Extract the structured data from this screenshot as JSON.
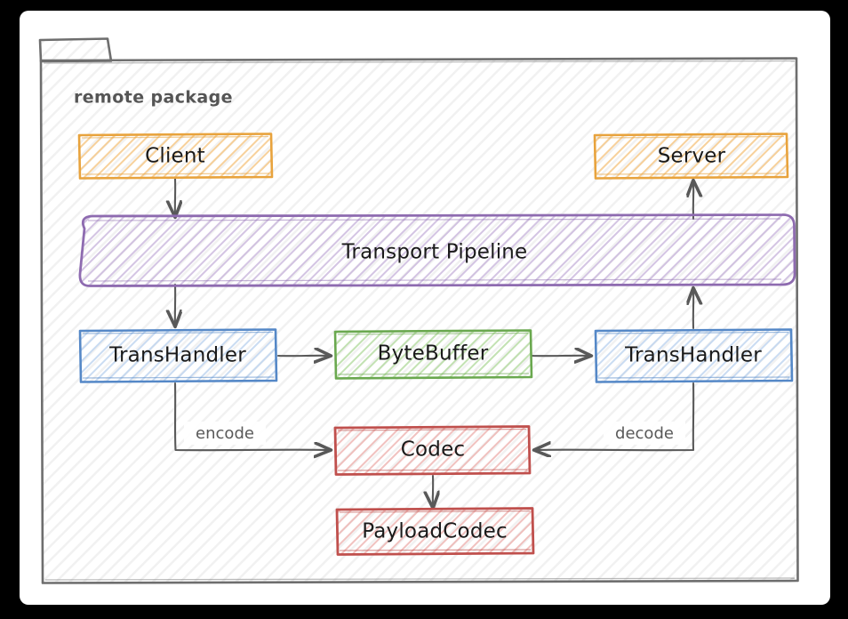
{
  "diagram": {
    "title": "remote package",
    "style": "hand-drawn",
    "package": {
      "label": "remote package",
      "border_color": "#6e6e6e",
      "fill": "#fafafa"
    },
    "colors": {
      "orange": "#e8a33d",
      "orange_fill": "#f6c98a",
      "purple": "#8e6bb0",
      "purple_fill": "#c3aed6",
      "blue": "#5588c7",
      "blue_fill": "#aac6e8",
      "green": "#6aa84f",
      "green_fill": "#a9d18e",
      "red": "#c0504d",
      "red_fill": "#e8a6a3",
      "arrow": "#595959",
      "text": "#1a1a1a",
      "page": "#ffffff",
      "backdrop": "#000000"
    },
    "nodes": [
      {
        "id": "client",
        "label": "Client",
        "color": "orange",
        "shape": "rect"
      },
      {
        "id": "server",
        "label": "Server",
        "color": "orange",
        "shape": "rect"
      },
      {
        "id": "pipeline",
        "label": "Transport Pipeline",
        "color": "purple",
        "shape": "rounded-rect"
      },
      {
        "id": "transhandler-left",
        "label": "TransHandler",
        "color": "blue",
        "shape": "rect"
      },
      {
        "id": "bytebuffer",
        "label": "ByteBuffer",
        "color": "green",
        "shape": "rect"
      },
      {
        "id": "transhandler-right",
        "label": "TransHandler",
        "color": "blue",
        "shape": "rect"
      },
      {
        "id": "codec",
        "label": "Codec",
        "color": "red",
        "shape": "rect"
      },
      {
        "id": "payloadcodec",
        "label": "PayloadCodec",
        "color": "red",
        "shape": "rect"
      }
    ],
    "edges": [
      {
        "from": "client",
        "to": "pipeline",
        "label": ""
      },
      {
        "from": "pipeline",
        "to": "transhandler-left",
        "label": ""
      },
      {
        "from": "transhandler-left",
        "to": "bytebuffer",
        "label": ""
      },
      {
        "from": "bytebuffer",
        "to": "transhandler-right",
        "label": ""
      },
      {
        "from": "transhandler-right",
        "to": "pipeline",
        "label": ""
      },
      {
        "from": "pipeline",
        "to": "server",
        "label": ""
      },
      {
        "from": "transhandler-left",
        "to": "codec",
        "label": "encode"
      },
      {
        "from": "transhandler-right",
        "to": "codec",
        "label": "decode"
      },
      {
        "from": "codec",
        "to": "payloadcodec",
        "label": ""
      }
    ],
    "edge_labels": {
      "encode": "encode",
      "decode": "decode"
    }
  }
}
